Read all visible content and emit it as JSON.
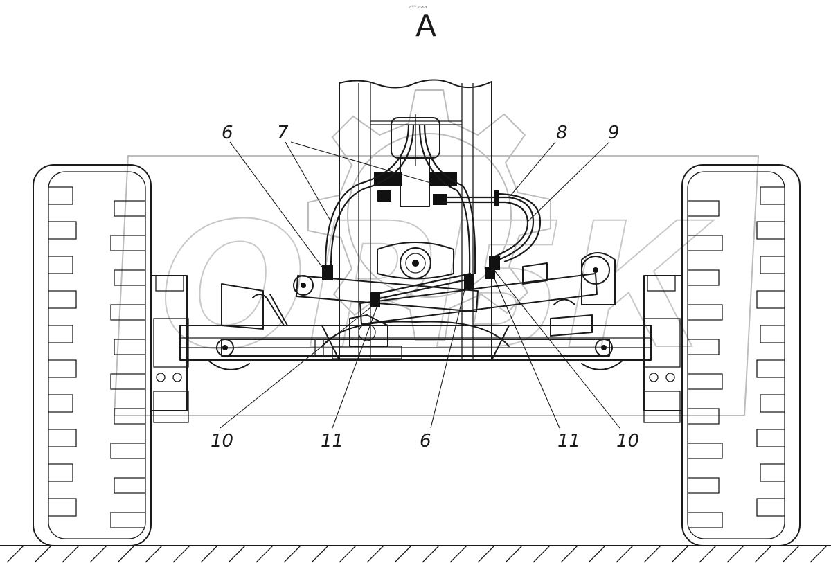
{
  "view_label": "A",
  "view_note": "а** ааа",
  "watermark": "ОРБК",
  "callouts": [
    {
      "id": "6-left",
      "text": "6"
    },
    {
      "id": "7",
      "text": "7"
    },
    {
      "id": "8",
      "text": "8"
    },
    {
      "id": "9",
      "text": "9"
    },
    {
      "id": "10-left",
      "text": "10"
    },
    {
      "id": "11-left",
      "text": "11"
    },
    {
      "id": "6-bottom",
      "text": "6"
    },
    {
      "id": "11-right",
      "text": "11"
    },
    {
      "id": "10-right",
      "text": "10"
    }
  ]
}
